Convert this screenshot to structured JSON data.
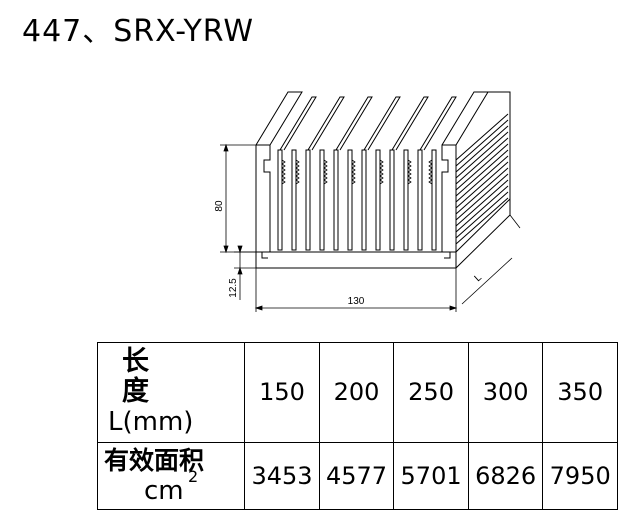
{
  "title": "447、SRX-YRW",
  "dimensions": {
    "height": "80",
    "base": "12.5",
    "width": "130",
    "length": "L"
  },
  "table": {
    "length_label": "长  度",
    "length_unit": "L(mm)",
    "area_label": "有效面积",
    "area_unit": "cm",
    "area_unit_exp": "2",
    "lengths": [
      "150",
      "200",
      "250",
      "300",
      "350"
    ],
    "areas": [
      "3453",
      "4577",
      "5701",
      "6826",
      "7950"
    ]
  }
}
